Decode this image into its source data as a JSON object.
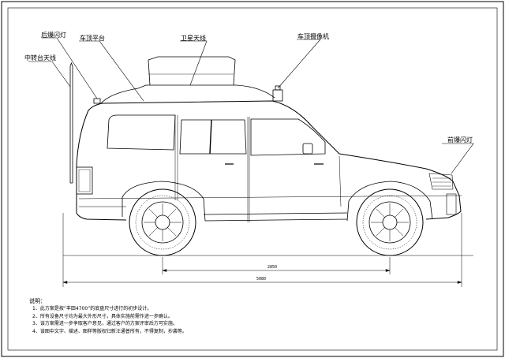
{
  "labels": {
    "rear_flash_lamp": "后爆闪灯",
    "roof_platform": "车顶平台",
    "satellite_antenna": "卫星天线",
    "relay_antenna": "中转台天线",
    "roof_camera": "车顶摄像机",
    "front_flash_lamp": "前爆闪灯"
  },
  "dimensions": {
    "wheelbase": "2850",
    "overall_length": "5080"
  },
  "notes": {
    "title": "说明：",
    "items": [
      "1、此方案是按“丰田4700”的底盘尺寸进行的初步设计。",
      "2、所有设备尺寸均为最大外形尺寸，具体实施前需作进一步确认。",
      "3、该方案需进一步争取客户意见，通过客户的方案评审后方可实施。",
      "4、该图中文字、描述、图样等版权归新汪通普所有，不得复制，抄袭等。"
    ]
  },
  "colors": {
    "line": "#000000",
    "background": "#ffffff"
  }
}
